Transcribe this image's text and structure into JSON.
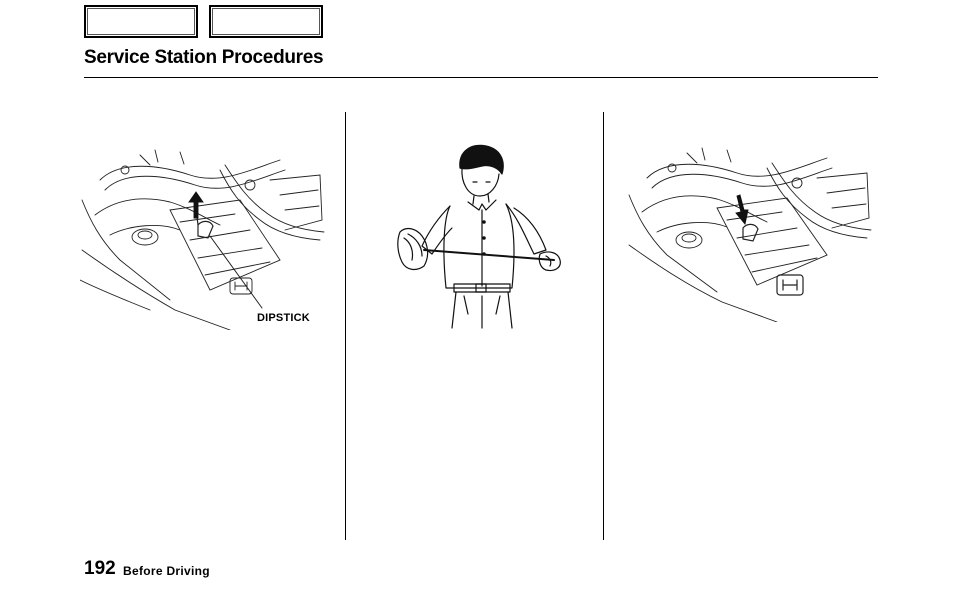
{
  "header": {
    "nav_buttons": [
      {
        "label": ""
      },
      {
        "label": ""
      }
    ],
    "title": "Service Station Procedures"
  },
  "figures": {
    "left": {
      "callout": "DIPSTICK"
    },
    "center": {},
    "right": {}
  },
  "footer": {
    "page_number": "192",
    "section": "Before Driving"
  }
}
